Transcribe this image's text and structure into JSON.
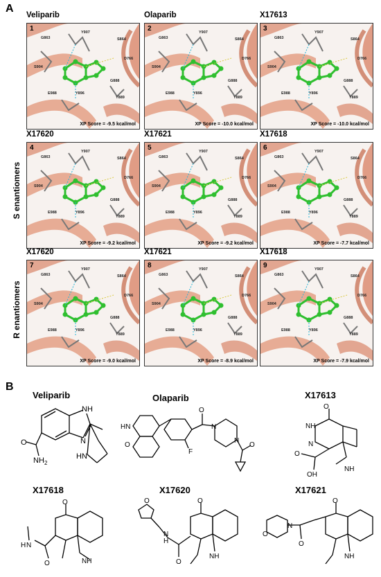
{
  "panel_a_label": "A",
  "panel_b_label": "B",
  "row_labels": [
    "S enantiomers",
    "R enantiomers"
  ],
  "cells": [
    {
      "num": "1",
      "title": "Veliparib",
      "score": "XP Score = -9.5 kcal/mol"
    },
    {
      "num": "2",
      "title": "Olaparib",
      "score": "XP Score = -10.0 kcal/mol"
    },
    {
      "num": "3",
      "title": "X17613",
      "score": "XP Score = -10.0 kcal/mol"
    },
    {
      "num": "4",
      "title": "X17620",
      "score": "XP Score = -9.2 kcal/mol"
    },
    {
      "num": "5",
      "title": "X17621",
      "score": "XP Score = -9.2 kcal/mol"
    },
    {
      "num": "6",
      "title": "X17618",
      "score": "XP Score = -7.7 kcal/mol"
    },
    {
      "num": "7",
      "title": "X17620",
      "score": "XP Score = -9.0 kcal/mol"
    },
    {
      "num": "8",
      "title": "X17621",
      "score": "XP Score = -8.9 kcal/mol"
    },
    {
      "num": "9",
      "title": "X17618",
      "score": "XP Score = -7.9 kcal/mol"
    }
  ],
  "residues": [
    "Y907",
    "S864",
    "G863",
    "D766",
    "S904",
    "G888",
    "E988",
    "Y896",
    "Y889"
  ],
  "structures": [
    {
      "name": "Veliparib"
    },
    {
      "name": "Olaparib"
    },
    {
      "name": "X17613"
    },
    {
      "name": "X17618"
    },
    {
      "name": "X17620"
    },
    {
      "name": "X17621"
    }
  ],
  "atom_labels": {
    "N": "N",
    "NH": "NH",
    "O": "O",
    "F": "F",
    "NH2": "NH",
    "sub2": "2",
    "HN": "HN",
    "OH": "OH",
    "H": "H"
  }
}
